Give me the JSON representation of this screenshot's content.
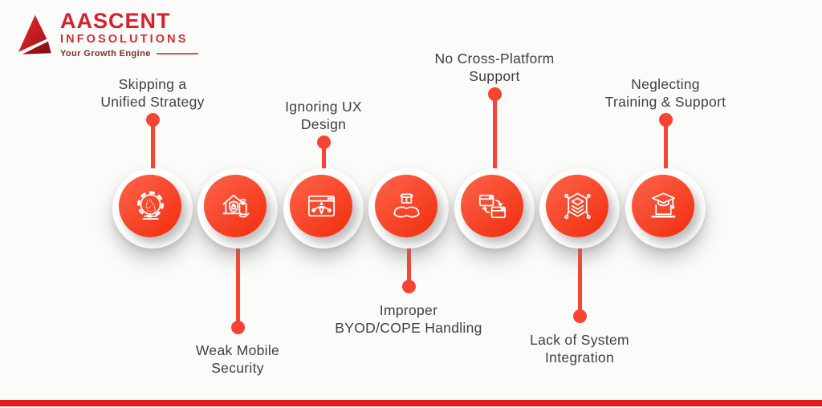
{
  "brand": {
    "name": "AASCENT",
    "subtitle": "INFOSOLUTIONS",
    "tagline": "Your Growth Engine"
  },
  "items": [
    {
      "line1": "Skipping a",
      "line2": "Unified Strategy",
      "label_position": "above",
      "icon": "strategy-gear-knight-icon"
    },
    {
      "line1": "Weak Mobile",
      "line2": "Security",
      "label_position": "below",
      "icon": "home-mobile-security-icon"
    },
    {
      "line1": "Ignoring UX",
      "line2": "Design",
      "label_position": "above",
      "icon": "ux-design-pen-icon"
    },
    {
      "line1": "Improper",
      "line2": "BYOD/COPE Handling",
      "label_position": "below",
      "icon": "hands-holding-box-icon"
    },
    {
      "line1": "No Cross-Platform",
      "line2": "Support",
      "label_position": "above",
      "icon": "cross-platform-windows-icon"
    },
    {
      "line1": "Lack of System",
      "line2": "Integration",
      "label_position": "below",
      "icon": "system-integration-layers-icon"
    },
    {
      "line1": "Neglecting",
      "line2": "Training & Support",
      "label_position": "above",
      "icon": "training-laptop-cap-icon"
    }
  ],
  "colors": {
    "circle_red_light": "#fd6148",
    "circle_red_dark": "#f23314",
    "stem_red": "#fa4433",
    "logo_red": "#d32230",
    "logo_dark_red": "#8f1218",
    "label_text": "#3f4043",
    "bottom_bar_red": "#df1b1e",
    "background": "#fbfbfa"
  }
}
